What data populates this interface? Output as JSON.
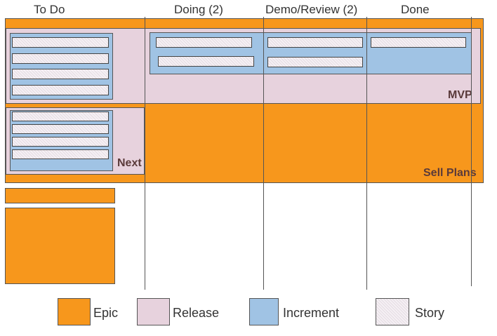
{
  "columns": [
    "To Do",
    "Doing (2)",
    "Demo/Review (2)",
    "Done"
  ],
  "labels": {
    "sell_plans": "Sell Plans",
    "mvp": "MVP",
    "next": "Next"
  },
  "legend": [
    {
      "label": "Epic",
      "color": "#f7971c"
    },
    {
      "label": "Release",
      "color": "#e7d2dd"
    },
    {
      "label": "Increment",
      "color": "#a0c3e4"
    },
    {
      "label": "Story",
      "color": "#f5f0f4"
    }
  ],
  "colors": {
    "epic": "#f7971c",
    "release": "#e7d2dd",
    "increment": "#a0c3e4",
    "story": "#f5f0f4"
  }
}
